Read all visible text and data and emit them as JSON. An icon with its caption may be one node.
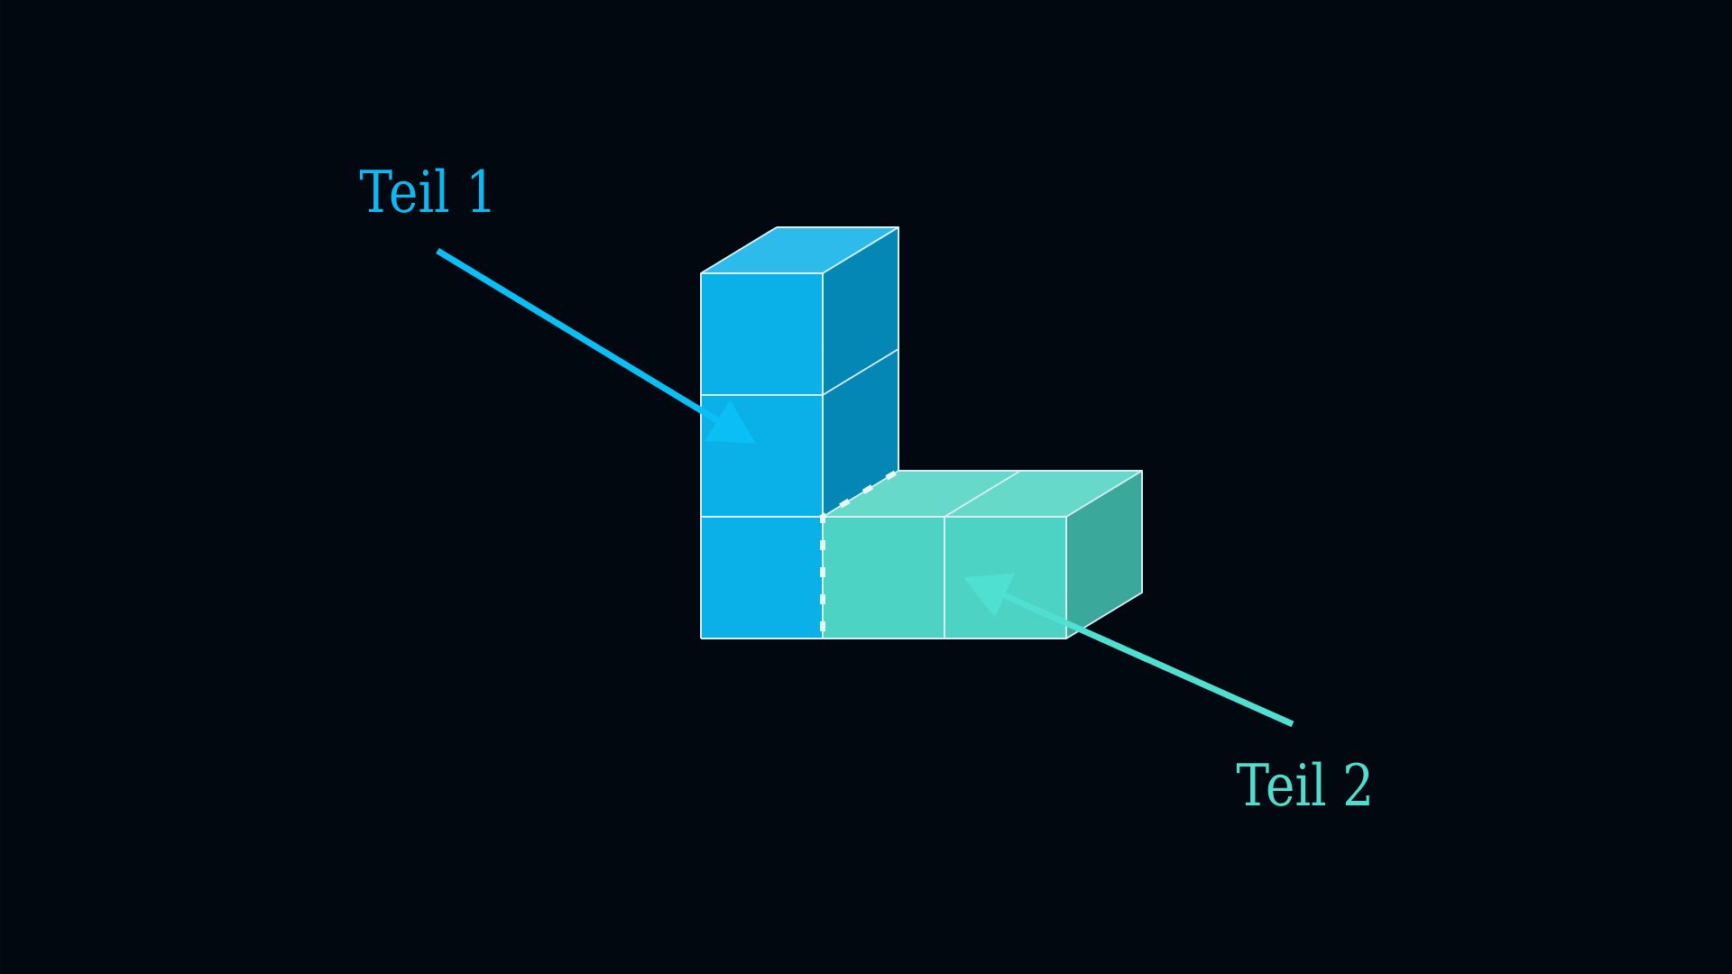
{
  "diagram": {
    "nodes": [
      {
        "text": [
          "Teil 1"
        ]
      },
      {
        "text": [],
        "shape": "box"
      },
      {
        "text": [],
        "shape": "box"
      },
      {
        "text": [
          "Teil 2"
        ]
      }
    ],
    "edges": [
      {
        "from": 0,
        "to": 1,
        "arrow": "to",
        "color": "#0abff5"
      },
      {
        "from": 3,
        "to": 2,
        "arrow": "to",
        "color": "#4fe0d2"
      }
    ]
  }
}
